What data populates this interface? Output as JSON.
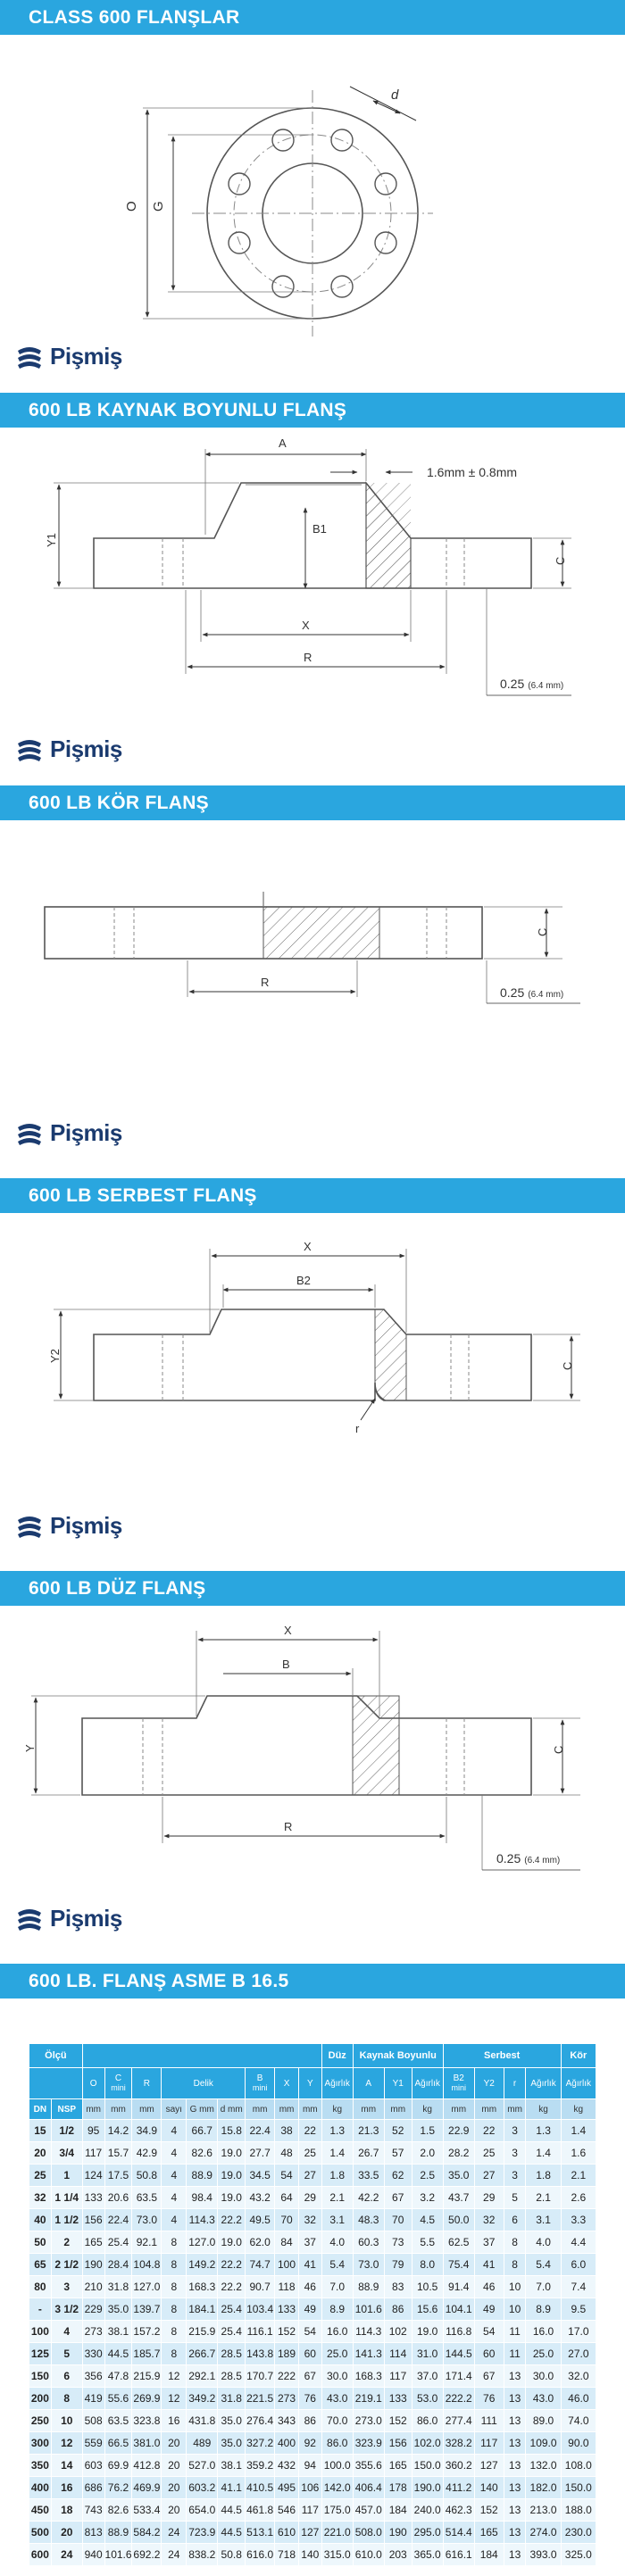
{
  "brand": {
    "name": "Pişmiş"
  },
  "sections": {
    "s1": {
      "title": "CLASS 600 FLANŞLAR",
      "labels": {
        "d": "d",
        "O": "O",
        "G": "G"
      }
    },
    "s2": {
      "title": "600 LB KAYNAK BOYUNLU FLANŞ",
      "labels": {
        "A": "A",
        "B1": "B1",
        "Y1": "Y1",
        "C": "C",
        "X": "X",
        "R": "R",
        "tol": "1.6mm ± 0.8mm",
        "rf_main": "0.25",
        "rf_sub": "(6.4 mm)"
      }
    },
    "s3": {
      "title": "600 LB KÖR FLANŞ",
      "labels": {
        "C": "C",
        "R": "R",
        "rf_main": "0.25",
        "rf_sub": "(6.4 mm)"
      }
    },
    "s4": {
      "title": "600 LB SERBEST FLANŞ",
      "labels": {
        "X": "X",
        "B2": "B2",
        "Y2": "Y2",
        "C": "C",
        "r": "r"
      }
    },
    "s5": {
      "title": "600 LB DÜZ FLANŞ",
      "labels": {
        "X": "X",
        "B": "B",
        "Y": "Y",
        "C": "C",
        "R": "R",
        "rf_main": "0.25",
        "rf_sub": "(6.4 mm)"
      }
    },
    "s6": {
      "title": "600 LB. FLANŞ ASME B 16.5"
    }
  },
  "table": {
    "group_headers": {
      "olcu": "Ölçü",
      "duz": "Düz",
      "kaynak": "Kaynak Boyunlu",
      "serbest": "Serbest",
      "kor": "Kör"
    },
    "sub_headers": {
      "O": "O",
      "C": "C",
      "C_unit": "mini",
      "R": "R",
      "delik": "Delik",
      "B": "B",
      "B_unit": "mini",
      "X": "X",
      "Y": "Y",
      "agirlik": "Ağırlık",
      "A": "A",
      "Y1": "Y1",
      "B2": "B2",
      "B2_unit": "mini",
      "Y2": "Y2",
      "r": "r"
    },
    "unit_row": [
      "DN",
      "NSP",
      "mm",
      "mm",
      "mm",
      "sayı",
      "G mm",
      "d mm",
      "mm",
      "mm",
      "mm",
      "kg",
      "mm",
      "mm",
      "kg",
      "mm",
      "mm",
      "mm",
      "kg",
      "kg"
    ],
    "rows": [
      [
        "15",
        "1/2",
        "95",
        "14.2",
        "34.9",
        "4",
        "66.7",
        "15.8",
        "22.4",
        "38",
        "22",
        "1.3",
        "21.3",
        "52",
        "1.5",
        "22.9",
        "22",
        "3",
        "1.3",
        "1.4"
      ],
      [
        "20",
        "3/4",
        "117",
        "15.7",
        "42.9",
        "4",
        "82.6",
        "19.0",
        "27.7",
        "48",
        "25",
        "1.4",
        "26.7",
        "57",
        "2.0",
        "28.2",
        "25",
        "3",
        "1.4",
        "1.6"
      ],
      [
        "25",
        "1",
        "124",
        "17.5",
        "50.8",
        "4",
        "88.9",
        "19.0",
        "34.5",
        "54",
        "27",
        "1.8",
        "33.5",
        "62",
        "2.5",
        "35.0",
        "27",
        "3",
        "1.8",
        "2.1"
      ],
      [
        "32",
        "1 1/4",
        "133",
        "20.6",
        "63.5",
        "4",
        "98.4",
        "19.0",
        "43.2",
        "64",
        "29",
        "2.1",
        "42.2",
        "67",
        "3.2",
        "43.7",
        "29",
        "5",
        "2.1",
        "2.6"
      ],
      [
        "40",
        "1 1/2",
        "156",
        "22.4",
        "73.0",
        "4",
        "114.3",
        "22.2",
        "49.5",
        "70",
        "32",
        "3.1",
        "48.3",
        "70",
        "4.5",
        "50.0",
        "32",
        "6",
        "3.1",
        "3.3"
      ],
      [
        "50",
        "2",
        "165",
        "25.4",
        "92.1",
        "8",
        "127.0",
        "19.0",
        "62.0",
        "84",
        "37",
        "4.0",
        "60.3",
        "73",
        "5.5",
        "62.5",
        "37",
        "8",
        "4.0",
        "4.4"
      ],
      [
        "65",
        "2 1/2",
        "190",
        "28.4",
        "104.8",
        "8",
        "149.2",
        "22.2",
        "74.7",
        "100",
        "41",
        "5.4",
        "73.0",
        "79",
        "8.0",
        "75.4",
        "41",
        "8",
        "5.4",
        "6.0"
      ],
      [
        "80",
        "3",
        "210",
        "31.8",
        "127.0",
        "8",
        "168.3",
        "22.2",
        "90.7",
        "118",
        "46",
        "7.0",
        "88.9",
        "83",
        "10.5",
        "91.4",
        "46",
        "10",
        "7.0",
        "7.4"
      ],
      [
        "-",
        "3 1/2",
        "229",
        "35.0",
        "139.7",
        "8",
        "184.1",
        "25.4",
        "103.4",
        "133",
        "49",
        "8.9",
        "101.6",
        "86",
        "15.6",
        "104.1",
        "49",
        "10",
        "8.9",
        "9.5"
      ],
      [
        "100",
        "4",
        "273",
        "38.1",
        "157.2",
        "8",
        "215.9",
        "25.4",
        "116.1",
        "152",
        "54",
        "16.0",
        "114.3",
        "102",
        "19.0",
        "116.8",
        "54",
        "11",
        "16.0",
        "17.0"
      ],
      [
        "125",
        "5",
        "330",
        "44.5",
        "185.7",
        "8",
        "266.7",
        "28.5",
        "143.8",
        "189",
        "60",
        "25.0",
        "141.3",
        "114",
        "31.0",
        "144.5",
        "60",
        "11",
        "25.0",
        "27.0"
      ],
      [
        "150",
        "6",
        "356",
        "47.8",
        "215.9",
        "12",
        "292.1",
        "28.5",
        "170.7",
        "222",
        "67",
        "30.0",
        "168.3",
        "117",
        "37.0",
        "171.4",
        "67",
        "13",
        "30.0",
        "32.0"
      ],
      [
        "200",
        "8",
        "419",
        "55.6",
        "269.9",
        "12",
        "349.2",
        "31.8",
        "221.5",
        "273",
        "76",
        "43.0",
        "219.1",
        "133",
        "53.0",
        "222.2",
        "76",
        "13",
        "43.0",
        "46.0"
      ],
      [
        "250",
        "10",
        "508",
        "63.5",
        "323.8",
        "16",
        "431.8",
        "35.0",
        "276.4",
        "343",
        "86",
        "70.0",
        "273.0",
        "152",
        "86.0",
        "277.4",
        "111",
        "13",
        "89.0",
        "74.0"
      ],
      [
        "300",
        "12",
        "559",
        "66.5",
        "381.0",
        "20",
        "489",
        "35.0",
        "327.2",
        "400",
        "92",
        "86.0",
        "323.9",
        "156",
        "102.0",
        "328.2",
        "117",
        "13",
        "109.0",
        "90.0"
      ],
      [
        "350",
        "14",
        "603",
        "69.9",
        "412.8",
        "20",
        "527.0",
        "38.1",
        "359.2",
        "432",
        "94",
        "100.0",
        "355.6",
        "165",
        "150.0",
        "360.2",
        "127",
        "13",
        "132.0",
        "108.0"
      ],
      [
        "400",
        "16",
        "686",
        "76.2",
        "469.9",
        "20",
        "603.2",
        "41.1",
        "410.5",
        "495",
        "106",
        "142.0",
        "406.4",
        "178",
        "190.0",
        "411.2",
        "140",
        "13",
        "182.0",
        "150.0"
      ],
      [
        "450",
        "18",
        "743",
        "82.6",
        "533.4",
        "20",
        "654.0",
        "44.5",
        "461.8",
        "546",
        "117",
        "175.0",
        "457.0",
        "184",
        "240.0",
        "462.3",
        "152",
        "13",
        "213.0",
        "188.0"
      ],
      [
        "500",
        "20",
        "813",
        "88.9",
        "584.2",
        "24",
        "723.9",
        "44.5",
        "513.1",
        "610",
        "127",
        "221.0",
        "508.0",
        "190",
        "295.0",
        "514.4",
        "165",
        "13",
        "274.0",
        "230.0"
      ],
      [
        "600",
        "24",
        "940",
        "101.6",
        "692.2",
        "24",
        "838.2",
        "50.8",
        "616.0",
        "718",
        "140",
        "315.0",
        "610.0",
        "203",
        "365.0",
        "616.1",
        "184",
        "13",
        "393.0",
        "325.0"
      ]
    ]
  },
  "colors": {
    "accent": "#2aa6df",
    "header_light": "#b9ddf2",
    "row_odd": "#d7ecf8",
    "row_even": "#eef7fc",
    "brand": "#1b3b6f"
  }
}
